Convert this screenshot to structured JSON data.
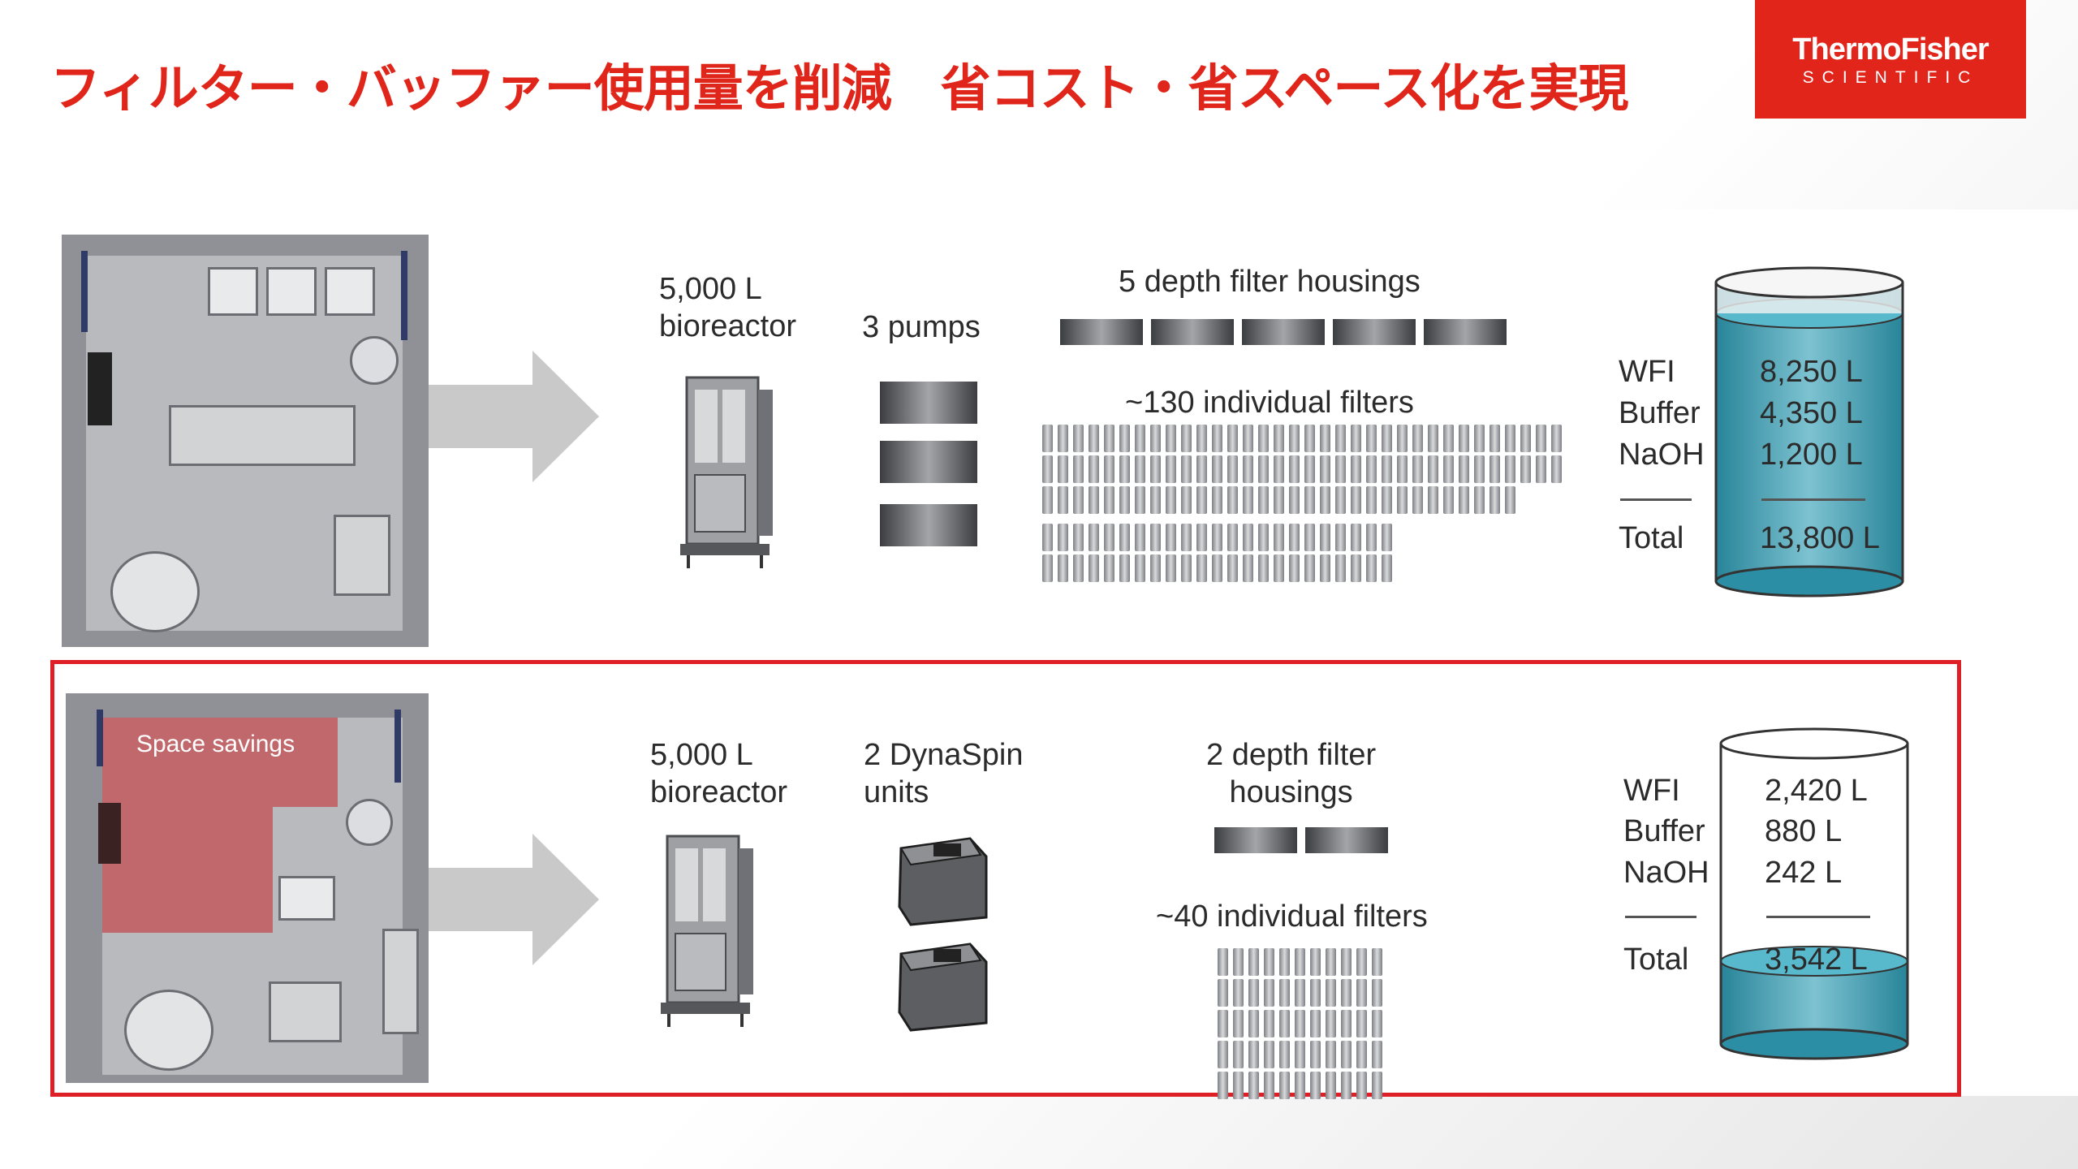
{
  "title": "フィルター・バッファー使用量を削減　省コスト・省スペース化を実現",
  "logo": {
    "line1": "ThermoFisher",
    "line2": "SCIENTIFIC"
  },
  "top": {
    "bioreactor": "5,000 L\nbioreactor",
    "pumps": "3 pumps",
    "housings": "5 depth filter housings",
    "filters": "~130 individual filters",
    "liquids": {
      "wfi_label": "WFI",
      "wfi_value": "8,250 L",
      "buffer_label": "Buffer",
      "buffer_value": "4,350 L",
      "naoh_label": "NaOH",
      "naoh_value": "1,200 L",
      "total_label": "Total",
      "total_value": "13,800 L"
    }
  },
  "bottom": {
    "space_label": "Space savings",
    "bioreactor": "5,000 L\nbioreactor",
    "units": "2 DynaSpin\nunits",
    "housings": "2 depth filter\nhousings",
    "filters": "~40 individual filters",
    "liquids": {
      "wfi_label": "WFI",
      "wfi_value": "2,420 L",
      "buffer_label": "Buffer",
      "buffer_value": "880 L",
      "naoh_label": "NaOH",
      "naoh_value": "242 L",
      "total_label": "Total",
      "total_value": "3,542 L"
    }
  },
  "colors": {
    "title": "#e0261b",
    "logo_bg": "#e1251b",
    "tank_liquid": "#37a2b9",
    "highlight": "#df1f26"
  }
}
